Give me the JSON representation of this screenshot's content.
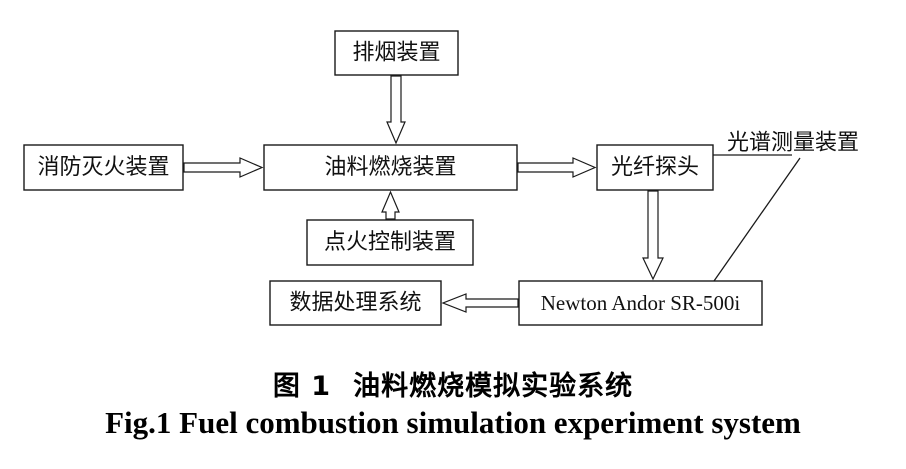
{
  "nodes": {
    "exhaust": "排烟装置",
    "fire_fighting": "消防灭火装置",
    "combustion": "油料燃烧装置",
    "fiber_probe": "光纤探头",
    "ignition": "点火控制装置",
    "data_processing": "数据处理系统",
    "spectrometer": "Newton Andor SR-500i"
  },
  "callout": {
    "label": "光谱测量装置"
  },
  "caption": {
    "cn_number": "图 1",
    "cn_title": "油料燃烧模拟实验系统",
    "en": "Fig.1 Fuel combustion simulation experiment system"
  },
  "colors": {
    "line": "#1a1a1a",
    "fill": "#ffffff",
    "text": "#111111"
  }
}
